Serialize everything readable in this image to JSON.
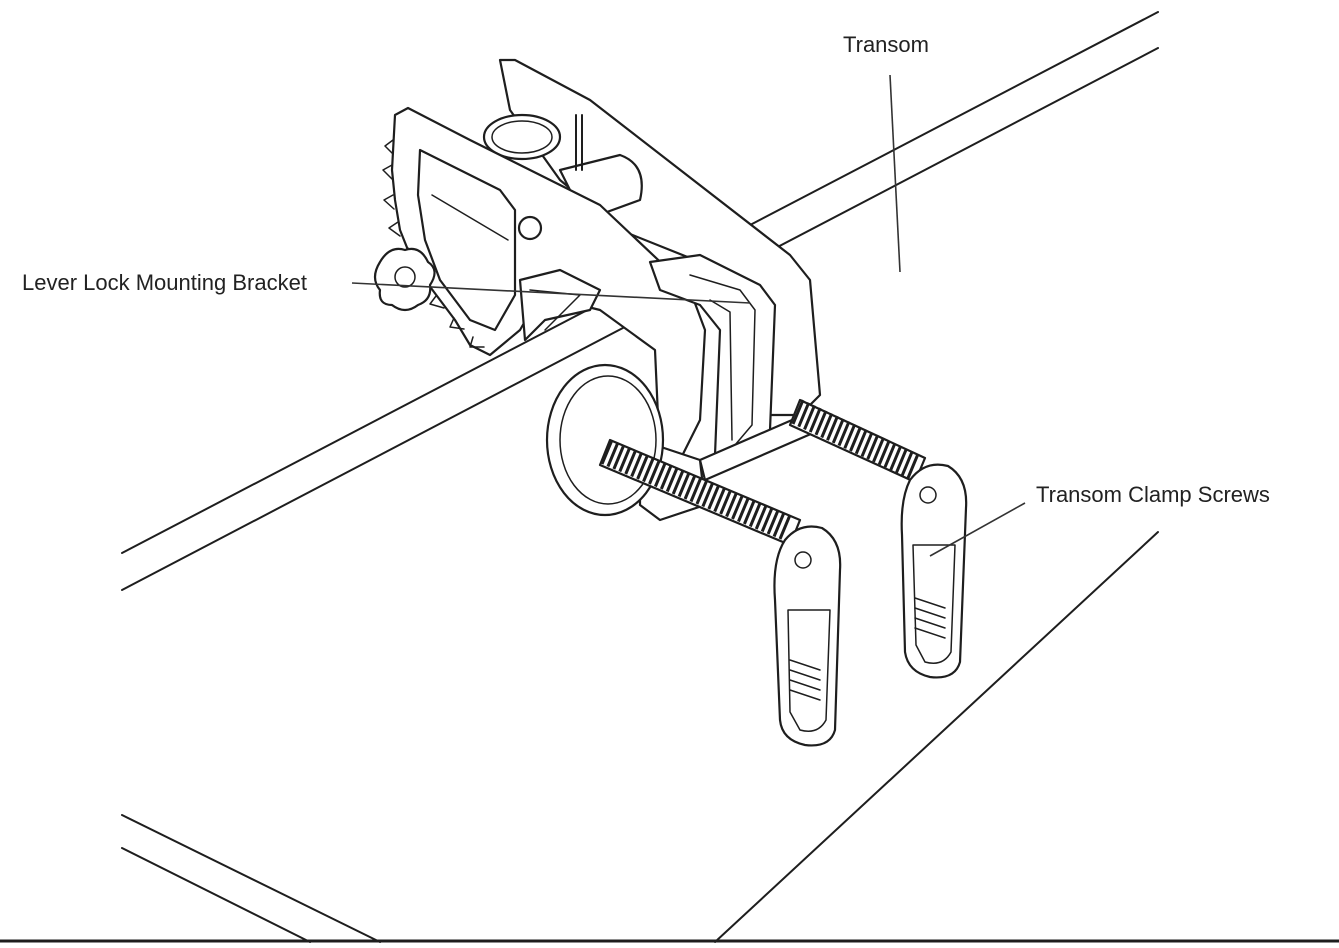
{
  "labels": {
    "transom": "Transom",
    "bracket": "Lever Lock Mounting Bracket",
    "screws": "Transom Clamp Screws"
  },
  "colors": {
    "line": "#1e1e1e",
    "label_text": "#222222",
    "background": "#ffffff"
  }
}
